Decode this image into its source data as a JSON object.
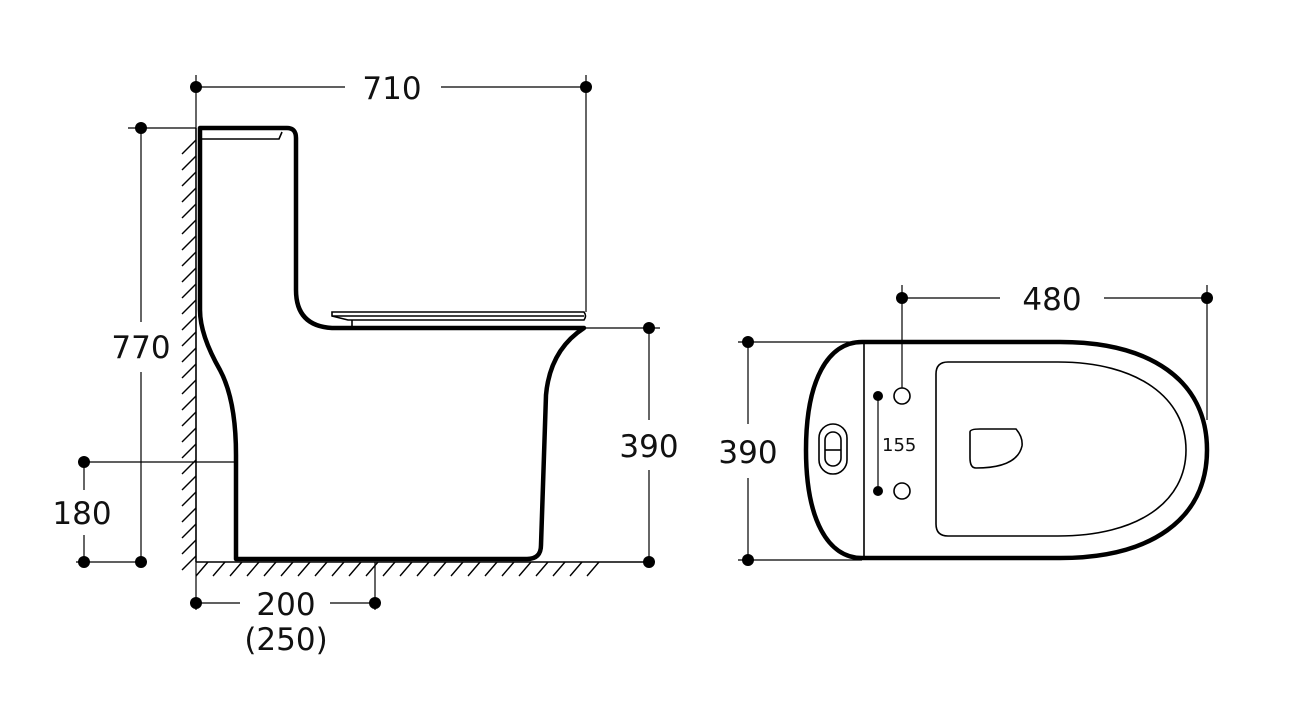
{
  "side_view": {
    "dimensions": {
      "overall_length": "710",
      "overall_height": "770",
      "seat_height": "390",
      "outlet_height": "180",
      "rough_in": "200",
      "rough_in_alt": "(250)"
    }
  },
  "top_view": {
    "dimensions": {
      "overall_width": "480",
      "overall_depth": "390",
      "bolt_spacing": "155"
    }
  },
  "colors": {
    "line": "#000000",
    "background": "#ffffff"
  }
}
